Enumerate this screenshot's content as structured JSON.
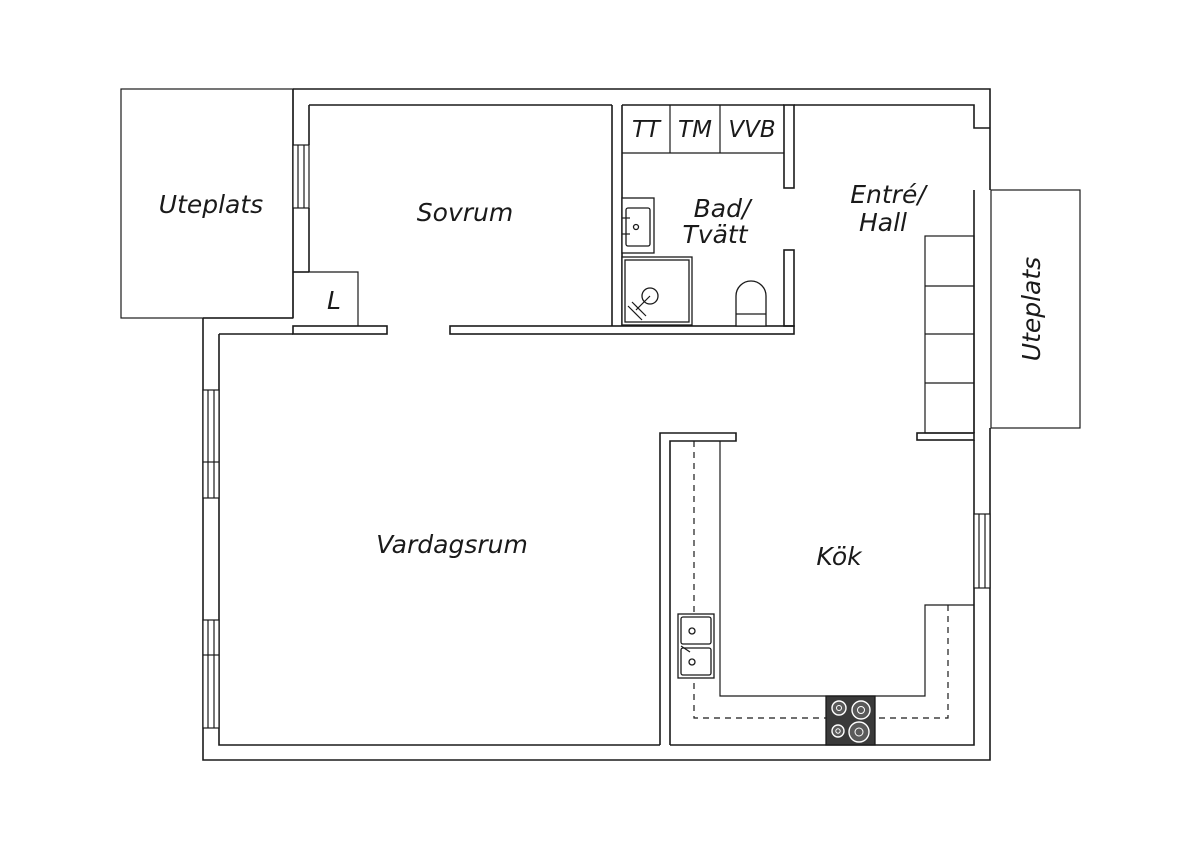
{
  "rooms": {
    "uteplats_left": "Uteplats",
    "sovrum": "Sovrum",
    "linen": "L",
    "closet_tt": "TT",
    "closet_tm": "TM",
    "closet_vvb": "VVB",
    "bad_line1": "Bad/",
    "bad_line2": "Tvätt",
    "entre_line1": "Entré/",
    "entre_line2": "Hall",
    "uteplats_right": "Uteplats",
    "vardagsrum": "Vardagsrum",
    "kok": "Kök"
  },
  "colors": {
    "line": "#1a1a1a",
    "background": "#ffffff",
    "stove": "#3a3a3a"
  }
}
